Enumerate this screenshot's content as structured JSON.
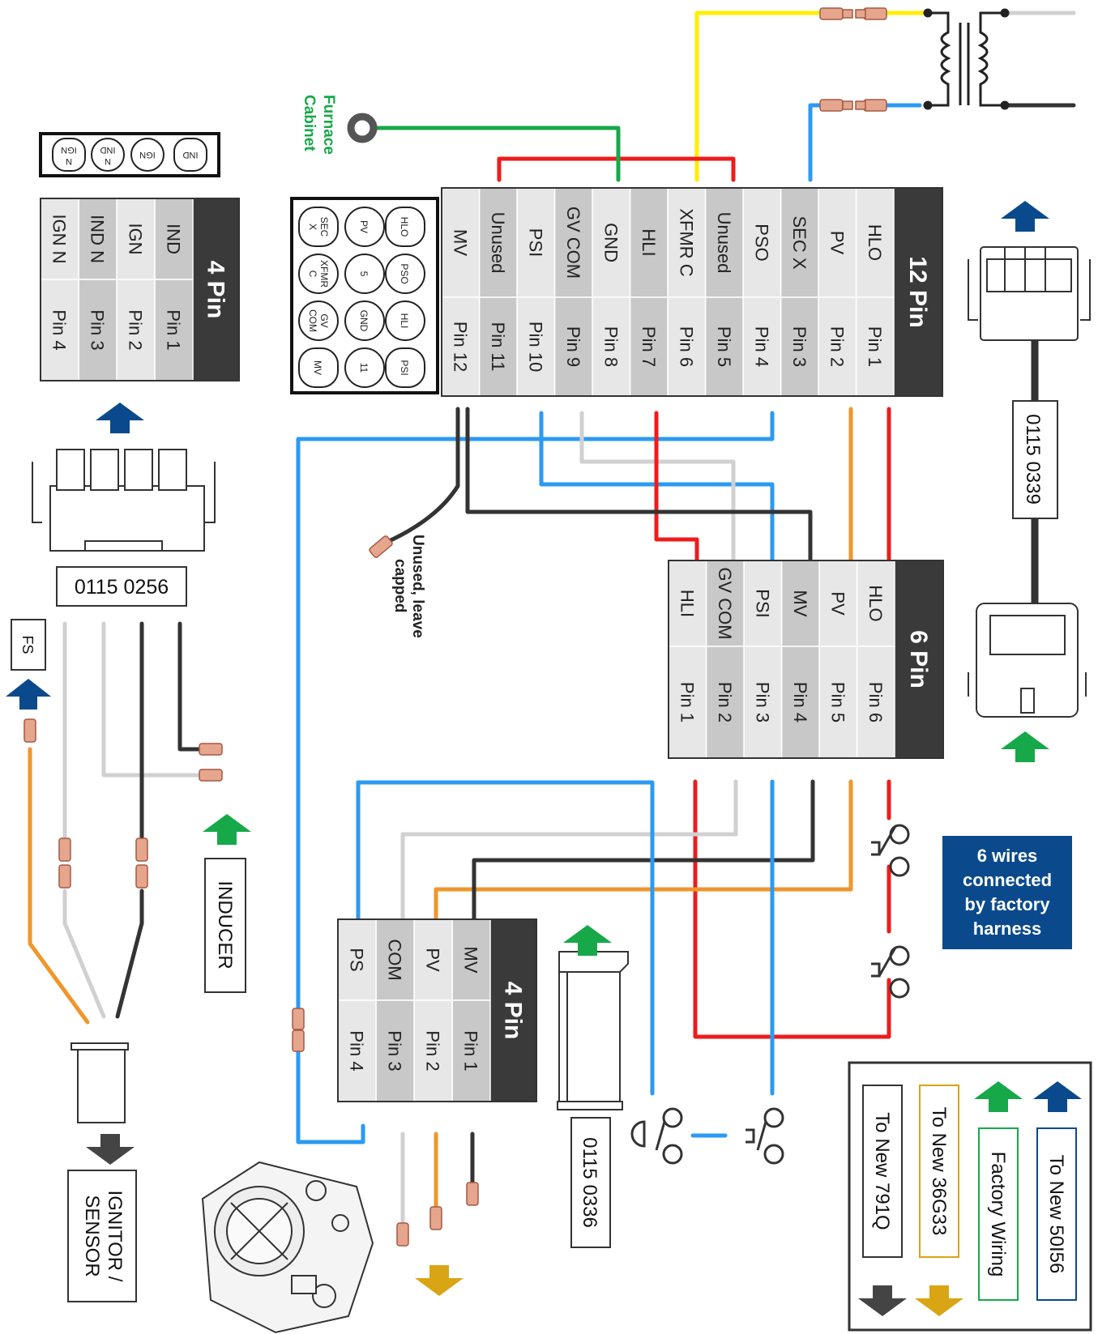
{
  "connectors": {
    "pin12": {
      "title": "12 Pin",
      "pins": [
        "Pin 1",
        "Pin 2",
        "Pin 3",
        "Pin 4",
        "Pin 5",
        "Pin 6",
        "Pin 7",
        "Pin 8",
        "Pin 9",
        "Pin 10",
        "Pin 11",
        "Pin 12"
      ],
      "functions": [
        "HLO",
        "PV",
        "SEC X",
        "PSO",
        "Unused",
        "XFMR C",
        "HLI",
        "GND",
        "GV COM",
        "PSI",
        "Unused",
        "MV"
      ]
    },
    "pin6": {
      "title": "6 Pin",
      "pins": [
        "Pin 6",
        "Pin 5",
        "Pin 4",
        "Pin 3",
        "Pin 2",
        "Pin 1"
      ],
      "functions": [
        "HLO",
        "PV",
        "MV",
        "PSI",
        "GV COM",
        "HLI"
      ]
    },
    "pin4_top": {
      "title": "4 Pin",
      "pins": [
        "Pin 1",
        "Pin 2",
        "Pin 3",
        "Pin 4"
      ],
      "functions": [
        "IND",
        "IGN",
        "IND N",
        "IGN N"
      ]
    },
    "pin4_mid": {
      "title": "4 Pin",
      "pins": [
        "Pin 1",
        "Pin 2",
        "Pin 3",
        "Pin 4"
      ],
      "functions": [
        "MV",
        "PV",
        "COM",
        "PS"
      ]
    }
  },
  "plug_face_12": [
    "HLO",
    "PV",
    "SEC X",
    "PSO",
    "5",
    "XFMR C",
    "HLI",
    "GND",
    "GV COM",
    "PSI",
    "11",
    "MV"
  ],
  "plug_face_4": [
    "IND",
    "IGN",
    "IND N",
    "IGN N"
  ],
  "part_numbers": {
    "harness_12_6": "0115 0339",
    "inducer_plug": "0115 0256",
    "valve_plug": "0115 0336"
  },
  "labels": {
    "furnace_cabinet": [
      "Furnace",
      "Cabinet"
    ],
    "unused_capped": [
      "Unused, leave",
      "capped"
    ],
    "fs": "FS",
    "inducer": "INDUCER",
    "ignitor": [
      "IGNITOR /",
      "SENSOR"
    ],
    "factory_note": [
      "6 wires",
      "connected",
      "by factory",
      "harness"
    ]
  },
  "legend": {
    "items": [
      "To New 50I56",
      "Factory Wiring",
      "To New 36G33",
      "To New 791Q"
    ]
  },
  "colors": {
    "red": "#ee1c1c",
    "blue": "#2b9af3",
    "yellow": "#ffee00",
    "green": "#17a84a",
    "orange": "#f0962a",
    "gray": "#d0d0d0",
    "black": "#333333",
    "navy": "#0a4a8c",
    "gold": "#d9a514",
    "dark_gray_arrow": "#444444",
    "header_dark": "#3a3a3a",
    "cell_light": "#e7e7e7",
    "cell_mid": "#c8c8c8"
  }
}
